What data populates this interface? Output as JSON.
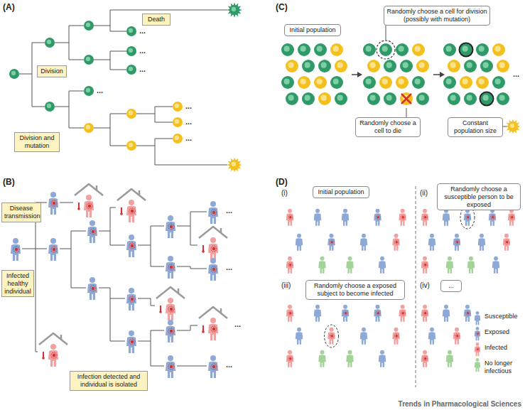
{
  "diagram": {
    "nodes": [
      {
        "text": [
          "Death"
        ]
      },
      {
        "text": [
          "Division"
        ]
      },
      {
        "text": [
          "Division and mutation"
        ]
      },
      {
        "text": [
          "Disease transmission"
        ]
      },
      {
        "text": [
          "Infected healthy individual"
        ]
      },
      {
        "text": [
          "Infection detected and individual is isolated"
        ]
      },
      {
        "text": [
          "Initial population"
        ]
      },
      {
        "text": [
          "Randomly choose a cell for division (possibly with mutation)"
        ]
      },
      {
        "text": [
          "Randomly choose a cell to die"
        ]
      },
      {
        "text": [
          "Constant population size"
        ]
      },
      {
        "text": [
          "Initial population"
        ]
      },
      {
        "text": [
          "Randomly choose a susceptible person to be exposed"
        ]
      },
      {
        "text": [
          "Randomly choose a exposed subject to become infected"
        ]
      },
      {
        "text": [
          "..."
        ]
      }
    ],
    "labels": [
      "(A)",
      "(B)",
      "(C)",
      "(D)",
      "(i)",
      "(ii)",
      "(iii)",
      "(iv)",
      "...",
      "...",
      "...",
      "...",
      "...",
      "...",
      "...",
      "...",
      "...",
      "...",
      "...",
      "...",
      "Trends in Pharmacological Sciences"
    ],
    "legend": [
      {
        "text": "Susceptible"
      },
      {
        "text": "Exposed"
      },
      {
        "text": "Infected"
      },
      {
        "text": "No longer infectious"
      }
    ]
  }
}
